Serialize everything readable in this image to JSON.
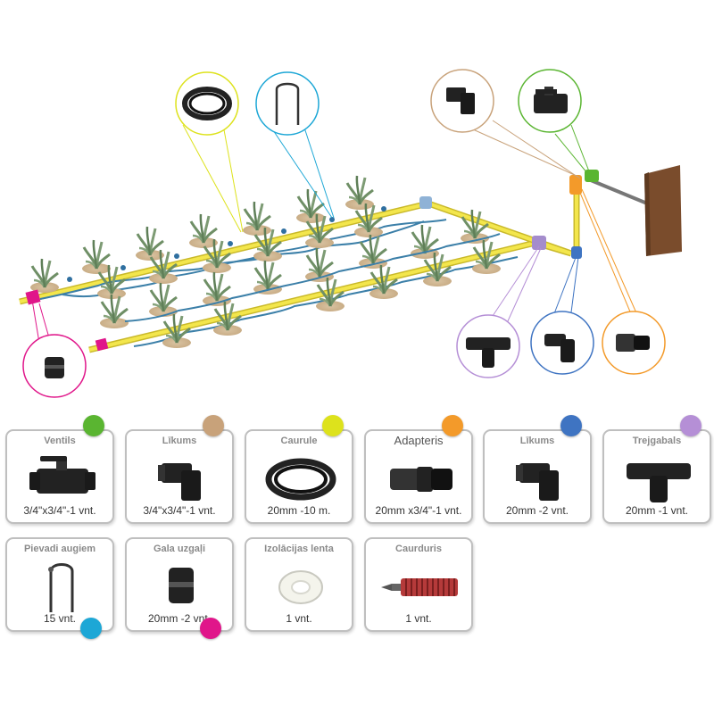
{
  "colors": {
    "green": "#5ab531",
    "tan": "#c8a27a",
    "yellow": "#dde21c",
    "orange": "#f39a2a",
    "blue": "#3f74c2",
    "purple": "#b58fd6",
    "cyan": "#1da7d6",
    "magenta": "#e0168a",
    "pipe": "#f0e24a",
    "drip": "#3b7fa8",
    "post": "#7a4c2c"
  },
  "cards": [
    {
      "title": "Ventils",
      "qty": "3/4\"x3/4\"-1 vnt.",
      "icon": "ball-valve-icon",
      "color": "green"
    },
    {
      "title": "Līkums",
      "qty": "3/4\"x3/4\"-1 vnt.",
      "icon": "elbow-icon",
      "color": "tan"
    },
    {
      "title": "Caurule",
      "qty": "20mm -10 m.",
      "icon": "coiled-pipe-icon",
      "color": "yellow"
    },
    {
      "title": "Adapteris",
      "qty": "20mm x3/4\"-1 vnt.",
      "icon": "adapter-icon",
      "color": "orange"
    },
    {
      "title": "Līkums",
      "qty": "20mm -2 vnt.",
      "icon": "elbow-icon",
      "color": "blue"
    },
    {
      "title": "Trejgabals",
      "qty": "20mm -1 vnt.",
      "icon": "tee-icon",
      "color": "purple"
    },
    {
      "title": "Pievadi augiem",
      "qty": "15 vnt.",
      "icon": "drip-stake-icon",
      "color": "cyan"
    },
    {
      "title": "Gala uzgaļi",
      "qty": "20mm -2 vnt.",
      "icon": "end-cap-icon",
      "color": "magenta"
    },
    {
      "title": "Izolācijas lenta",
      "qty": "1 vnt.",
      "icon": "tape-roll-icon",
      "color": ""
    },
    {
      "title": "Caurduris",
      "qty": "1 vnt.",
      "icon": "punch-tool-icon",
      "color": ""
    }
  ]
}
